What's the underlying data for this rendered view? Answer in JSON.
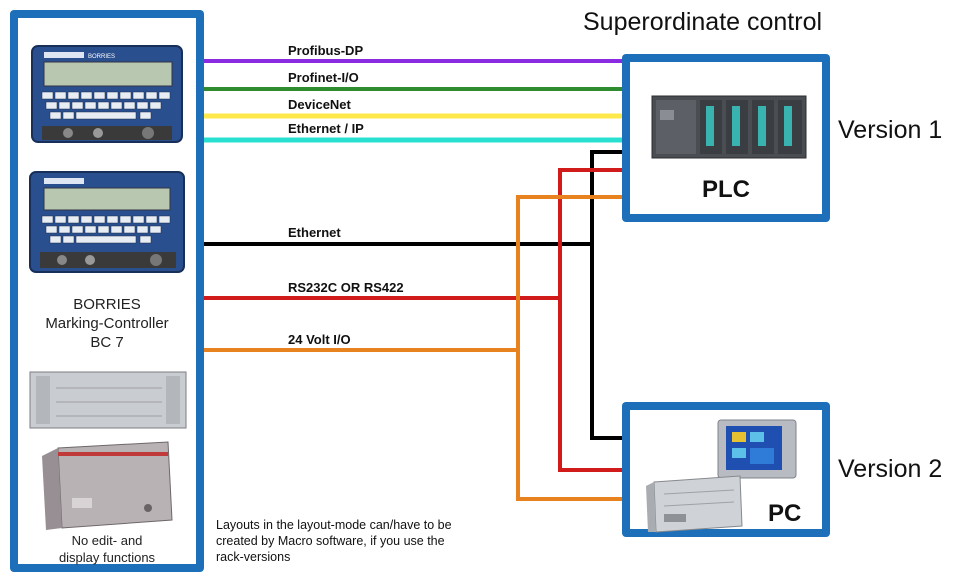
{
  "header": {
    "title": "Superordinate control"
  },
  "controller": {
    "name_line1": "BORRIES",
    "name_line2": "Marking-Controller",
    "name_line3": "BC 7",
    "note_line1": "No edit- and",
    "note_line2": "display functions",
    "brand_small": "BORRIES"
  },
  "connections": [
    {
      "label": "Profibus-DP",
      "color": "#8a2be2"
    },
    {
      "label": "Profinet-I/O",
      "color": "#2e8b2e"
    },
    {
      "label": "DeviceNet",
      "color": "#ffe94a"
    },
    {
      "label": "Ethernet / IP",
      "color": "#28e0d0"
    },
    {
      "label": "Ethernet",
      "color": "#000000"
    },
    {
      "label": "RS232C OR RS422",
      "color": "#d11a1a"
    },
    {
      "label": "24 Volt I/O",
      "color": "#e8821e"
    }
  ],
  "plc": {
    "label": "PLC",
    "version": "Version 1"
  },
  "pc": {
    "label": "PC",
    "version": "Version 2"
  },
  "footnote": {
    "line1": "Layouts in the layout-mode can/have to be",
    "line2": "created by Macro software, if you use the",
    "line3": "rack-versions"
  },
  "colors": {
    "frame": "#1c6fb8"
  }
}
